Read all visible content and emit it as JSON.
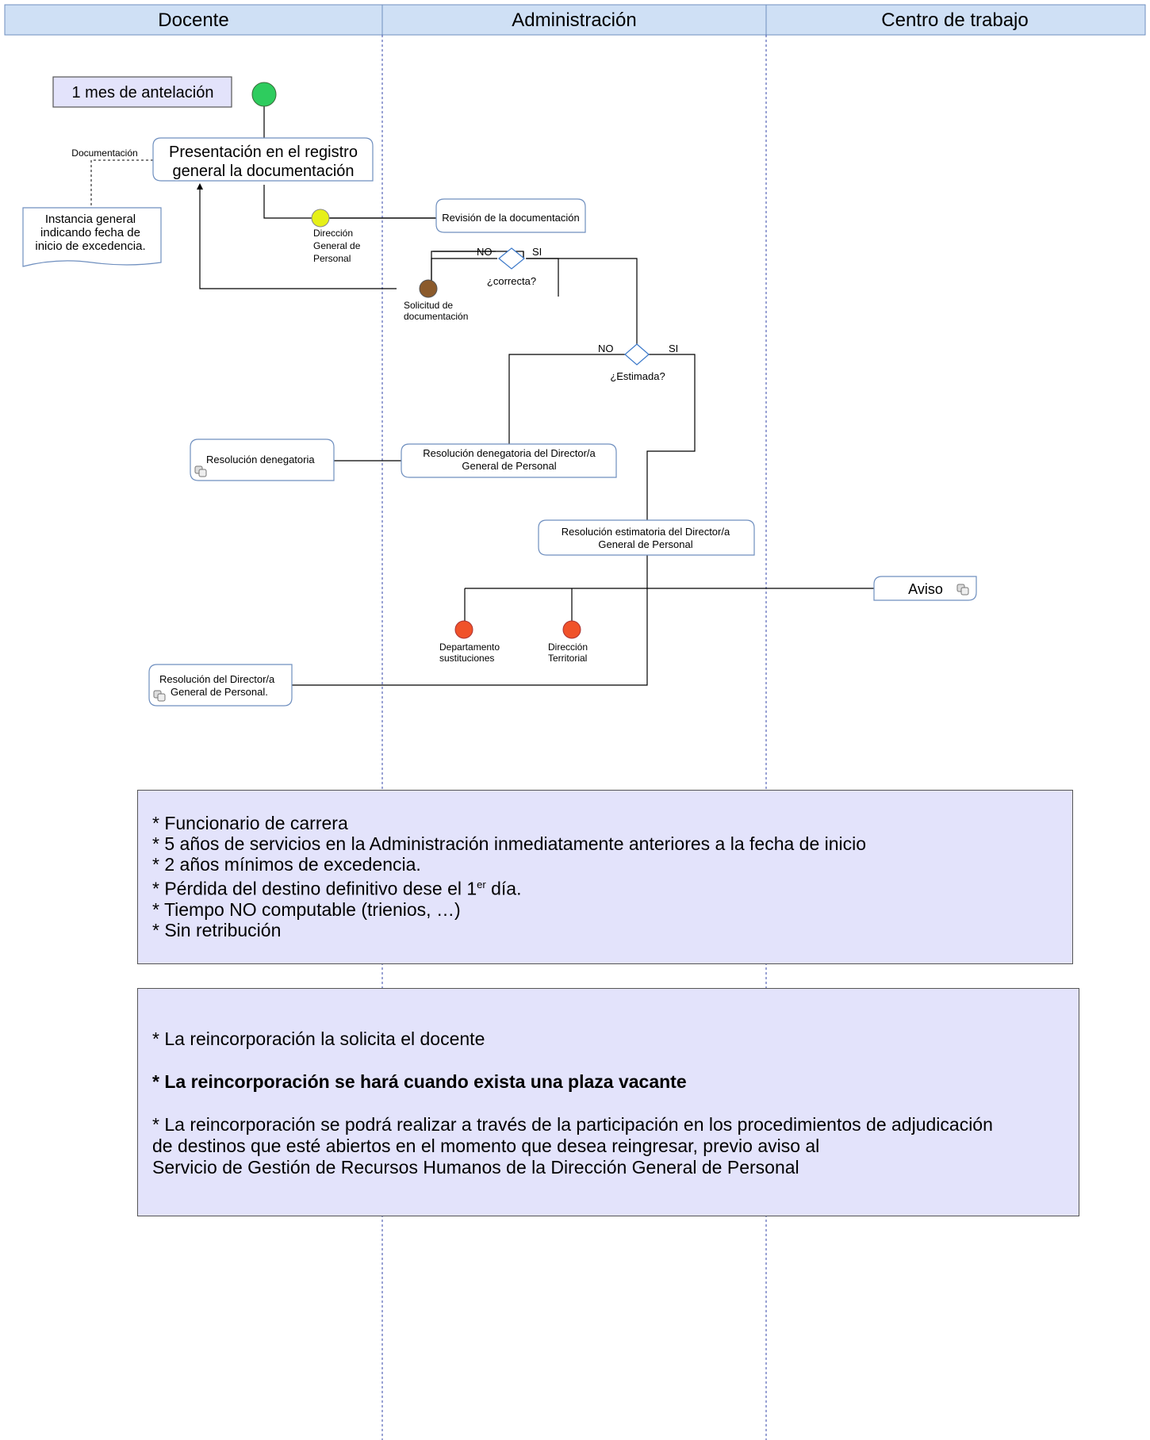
{
  "lanes": [
    "Docente",
    "Administración",
    "Centro de trabajo"
  ],
  "anticipation_label": "1 mes de antelación",
  "doc_label": "Documentación",
  "nodes": {
    "presentacion": [
      "Presentación en el registro",
      "general la documentación"
    ],
    "instancia": [
      "Instancia general",
      "indicando fecha de",
      "inicio de excedencia."
    ],
    "revision": "Revisión de la documentación",
    "resol_deneg_dir": [
      "Resolución denegatoria del Director/a",
      "General de Personal"
    ],
    "resol_deneg": "Resolución denegatoria",
    "resol_estim_dir": [
      "Resolución estimatoria del Director/a",
      "General de Personal"
    ],
    "aviso": "Aviso",
    "resol_director": [
      "Resolución del Director/a",
      "General de Personal."
    ]
  },
  "decisions": {
    "correcta": {
      "question": "¿correcta?",
      "no": "NO",
      "yes": "SI"
    },
    "estimada": {
      "question": "¿Estimada?",
      "no": "NO",
      "yes": "SI"
    }
  },
  "events": {
    "inicio": {
      "color": "#2ecc5e"
    },
    "dgp": {
      "label": [
        "Dirección",
        "General de",
        "Personal"
      ],
      "color": "#e6f018"
    },
    "solicitud": {
      "label": [
        "Solicitud de",
        "documentación"
      ],
      "color": "#8b5a2b"
    },
    "departamento": {
      "label": [
        "Departamento",
        "sustituciones"
      ],
      "color": "#f0522a"
    },
    "territorial": {
      "label": [
        "Dirección",
        "Territorial"
      ],
      "color": "#f0522a"
    }
  },
  "requirements_note": {
    "prefix": "* ",
    "items": [
      "Funcionario de carrera",
      "5 años de servicios en la Administración inmediatamente anteriores a la fecha de inicio",
      "2 años mínimos de excedencia.",
      "Tiempo NO computable (trienios, …)",
      "Sin retribución"
    ],
    "perdida": {
      "before": "Pérdida del destino definitivo dese el 1",
      "sup": "er",
      "after": " día."
    }
  },
  "reincorporation_note": {
    "item1": "* La reincorporación la solicita el docente",
    "item2": "* La reincorporación se hará cuando exista una plaza vacante",
    "item3": [
      "* La reincorporación se podrá realizar a través de la participación en los  procedimientos de adjudicación",
      "de destinos que esté abiertos en el momento que desea reingresar, previo aviso al",
      "Servicio de Gestión de Recursos Humanos de la Dirección General de Personal"
    ]
  }
}
